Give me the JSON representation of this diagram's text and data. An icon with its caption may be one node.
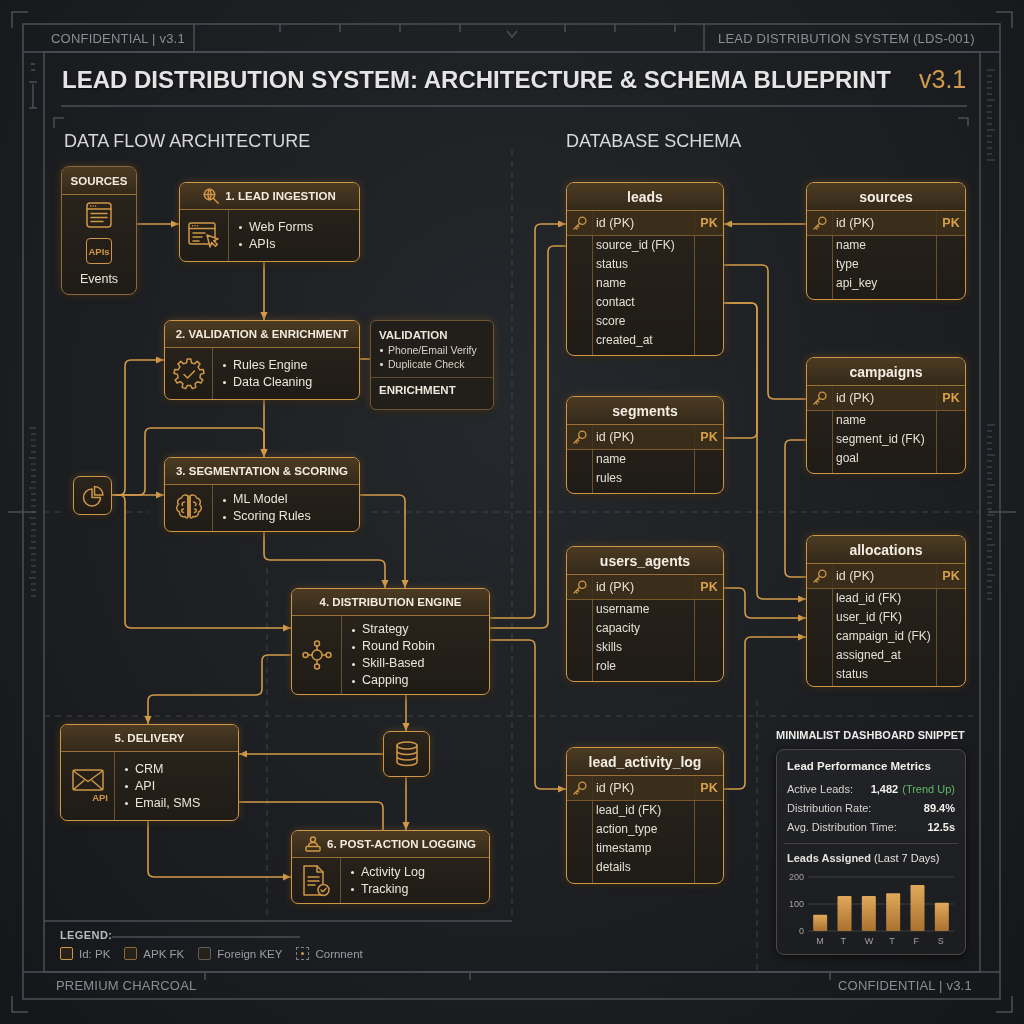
{
  "diagram": {
    "title": "LEAD DISTRIBUTION SYSTEM: ARCHITECTURE & SCHEMA BLUEPRINT",
    "nodes": [
      {
        "text": [
          "SOURCES",
          "APIs",
          "Events"
        ]
      },
      {
        "text": [
          "1. LEAD INGESTION",
          "Web Forms",
          "APIs"
        ]
      },
      {
        "text": [
          "2. VALIDATION & ENRICHMENT",
          "Rules Engine",
          "Data Cleaning"
        ]
      },
      {
        "text": [
          "VALIDATION",
          "Phone/Email Verify",
          "Duplicate Check",
          "ENRICHMENT"
        ]
      },
      {
        "text": [],
        "shape": "box"
      },
      {
        "text": [
          "3. SEGMENTATION & SCORING",
          "ML Model",
          "Scoring Rules"
        ]
      },
      {
        "text": [
          "4. DISTRIBUTION ENGINE",
          "Strategy",
          "Round Robin",
          "Skill-Based",
          "Capping"
        ]
      },
      {
        "text": [],
        "shape": "box"
      },
      {
        "text": [
          "5. DELIVERY",
          "API",
          "CRM",
          "API",
          "Email, SMS"
        ]
      },
      {
        "text": [
          "6. POST-ACTION LOGGING",
          "Activity Log",
          "Tracking"
        ]
      },
      {
        "text": [
          "leads",
          "id (PK)",
          "PK",
          "source_id (FK)",
          "status",
          "name",
          "contact",
          "score",
          "created_at"
        ]
      },
      {
        "text": [
          "sources",
          "id (PK)",
          "PK",
          "name",
          "type",
          "api_key"
        ]
      },
      {
        "text": [
          "segments",
          "id (PK)",
          "PK",
          "name",
          "rules"
        ]
      },
      {
        "text": [
          "campaigns",
          "id (PK)",
          "PK",
          "name",
          "segment_id (FK)",
          "goal"
        ]
      },
      {
        "text": [
          "users_agents",
          "id (PK)",
          "PK",
          "username",
          "capacity",
          "skills",
          "role"
        ]
      },
      {
        "text": [
          "allocations",
          "id (PK)",
          "PK",
          "lead_id (FK)",
          "user_id (FK)",
          "campaign_id (FK)",
          "assigned_at",
          "status"
        ]
      },
      {
        "text": [
          "lead_activity_log",
          "id (PK)",
          "PK",
          "lead_id (FK)",
          "action_type",
          "timestamp",
          "details"
        ]
      },
      {
        "text": [
          "MINIMALIST DASHBOARD SNIPPET",
          "Lead Performance Metrics",
          "Active Leads:",
          "1,482",
          "(Trend Up)",
          "Distribution Rate:",
          "89.4%",
          "Avg. Distribution Time:",
          "12.5s"
        ]
      }
    ],
    "edges": [
      {
        "from": 0,
        "to": 1,
        "arrow": "to"
      },
      {
        "from": 1,
        "to": 2,
        "arrow": "to"
      },
      {
        "from": 2,
        "to": 3,
        "arrow": "none"
      },
      {
        "from": 2,
        "to": 5,
        "arrow": "to"
      },
      {
        "from": 4,
        "to": 2,
        "arrow": "to"
      },
      {
        "from": 4,
        "to": 5,
        "arrow": "to"
      },
      {
        "from": 4,
        "to": 5,
        "arrow": "to"
      },
      {
        "from": 4,
        "to": 6,
        "arrow": "to"
      },
      {
        "from": 5,
        "to": 6,
        "arrow": "to"
      },
      {
        "from": 5,
        "to": 6,
        "arrow": "to"
      },
      {
        "from": 6,
        "to": 8,
        "arrow": "to"
      },
      {
        "from": 6,
        "to": 7,
        "arrow": "to"
      },
      {
        "from": 7,
        "to": 8,
        "arrow": "to"
      },
      {
        "from": 7,
        "to": 9,
        "arrow": "to"
      },
      {
        "from": 8,
        "to": 9,
        "arrow": "none"
      },
      {
        "from": 8,
        "to": 9,
        "arrow": "to"
      },
      {
        "from": 6,
        "to": 10,
        "arrow": "to"
      },
      {
        "from": 6,
        "to": 10,
        "arrow": "none"
      },
      {
        "from": 6,
        "to": 16,
        "arrow": "to"
      },
      {
        "from": 11,
        "to": 10,
        "arrow": "to"
      },
      {
        "from": 10,
        "to": 13,
        "arrow": "none"
      },
      {
        "from": 10,
        "to": 12,
        "arrow": "none"
      },
      {
        "from": 10,
        "to": 15,
        "arrow": "to"
      },
      {
        "from": 13,
        "to": 15,
        "arrow": "none"
      },
      {
        "from": 14,
        "to": 15,
        "arrow": "to"
      },
      {
        "from": 16,
        "to": 15,
        "arrow": "to"
      }
    ],
    "labels": [
      "CONFIDENTIAL | v3.1",
      "LEAD DISTRIBUTION SYSTEM (LDS-001)",
      "v3.1",
      "DATA FLOW ARCHITECTURE",
      "DATABASE SCHEMA",
      "LEGEND:",
      "PREMIUM CHARCOAL",
      "CONFIDENTIAL | v3.1"
    ],
    "legend": [
      {
        "text": "Id: PK",
        "color": "#cf9646"
      },
      {
        "text": "APK FK",
        "color": "#8c6a3a"
      },
      {
        "text": "Foreign KEY",
        "color": "#5a5e63"
      },
      {
        "text": "Cornnent"
      }
    ],
    "chart_data": {
      "type": "bar",
      "title": "**Leads Assigned** (Last 7 Days)",
      "categories": [
        "M",
        "T",
        "W",
        "T",
        "F",
        "S"
      ],
      "values": [
        60,
        130,
        130,
        140,
        170,
        105
      ],
      "ylim": [
        0,
        200
      ],
      "yticks": [
        0,
        100,
        200
      ]
    }
  }
}
